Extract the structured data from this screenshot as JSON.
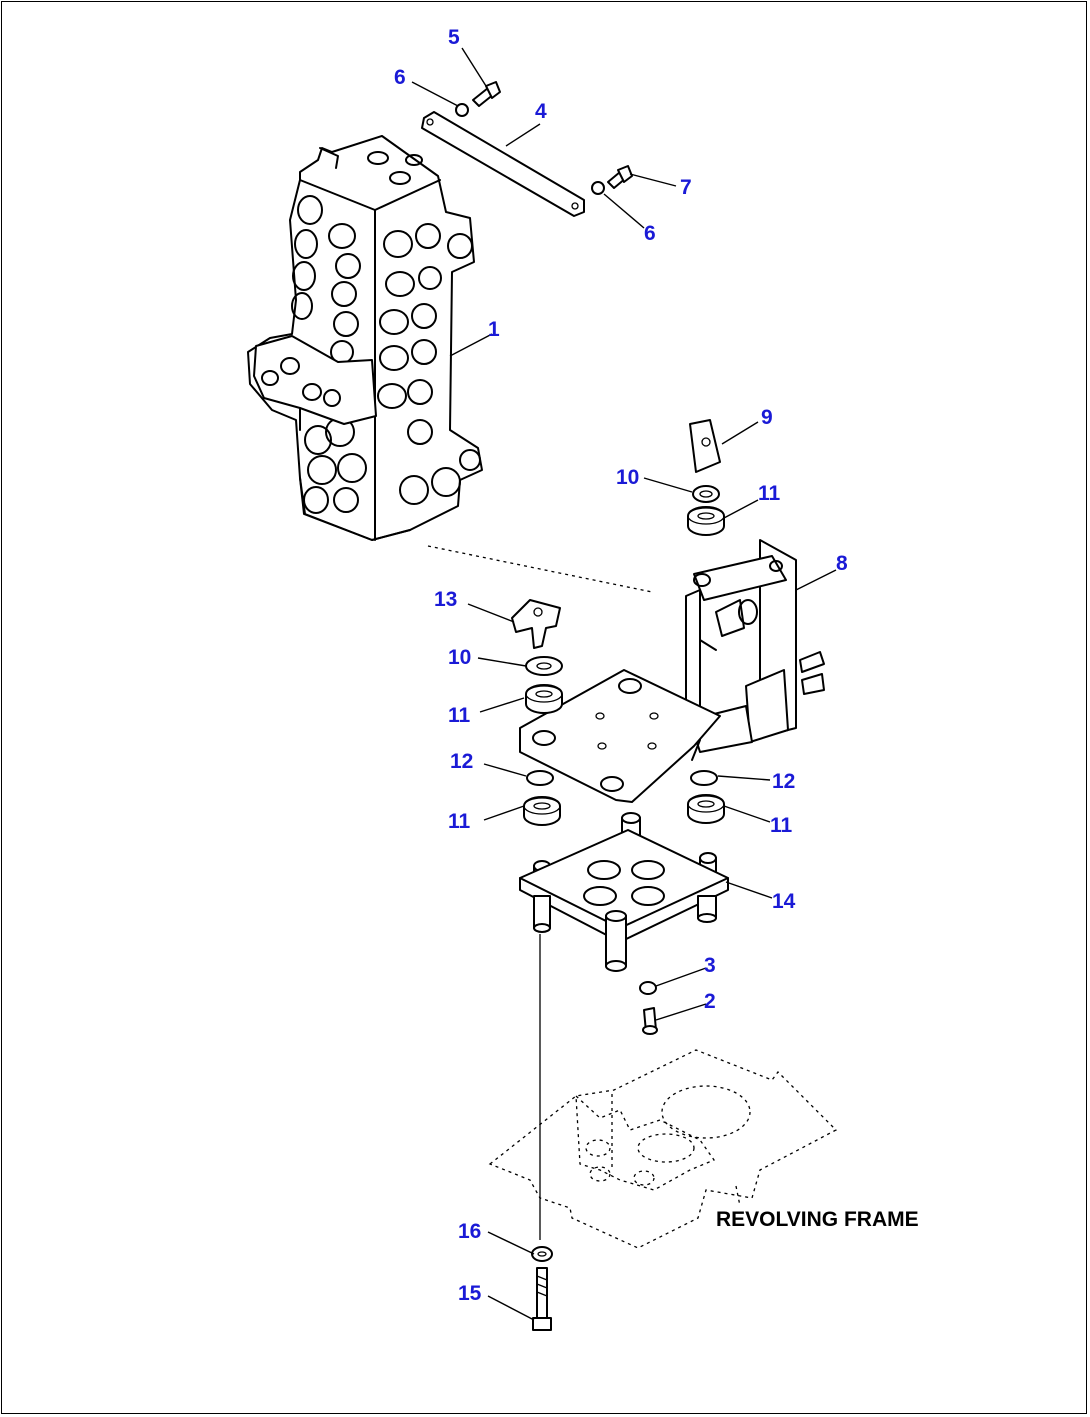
{
  "diagram": {
    "colors": {
      "callout": "#1a1ad6",
      "line": "#000000",
      "background": "#ffffff"
    },
    "callouts": [
      {
        "id": "c5",
        "label": "5"
      },
      {
        "id": "c6a",
        "label": "6"
      },
      {
        "id": "c4",
        "label": "4"
      },
      {
        "id": "c7",
        "label": "7"
      },
      {
        "id": "c6b",
        "label": "6"
      },
      {
        "id": "c1",
        "label": "1"
      },
      {
        "id": "c9",
        "label": "9"
      },
      {
        "id": "c10a",
        "label": "10"
      },
      {
        "id": "c11a",
        "label": "11"
      },
      {
        "id": "c8",
        "label": "8"
      },
      {
        "id": "c13",
        "label": "13"
      },
      {
        "id": "c10b",
        "label": "10"
      },
      {
        "id": "c11b",
        "label": "11"
      },
      {
        "id": "c12a",
        "label": "12"
      },
      {
        "id": "c12b",
        "label": "12"
      },
      {
        "id": "c11c",
        "label": "11"
      },
      {
        "id": "c11d",
        "label": "11"
      },
      {
        "id": "c14",
        "label": "14"
      },
      {
        "id": "c3",
        "label": "3"
      },
      {
        "id": "c2",
        "label": "2"
      },
      {
        "id": "c16",
        "label": "16"
      },
      {
        "id": "c15",
        "label": "15"
      }
    ],
    "frame_label": "REVOLVING FRAME"
  }
}
